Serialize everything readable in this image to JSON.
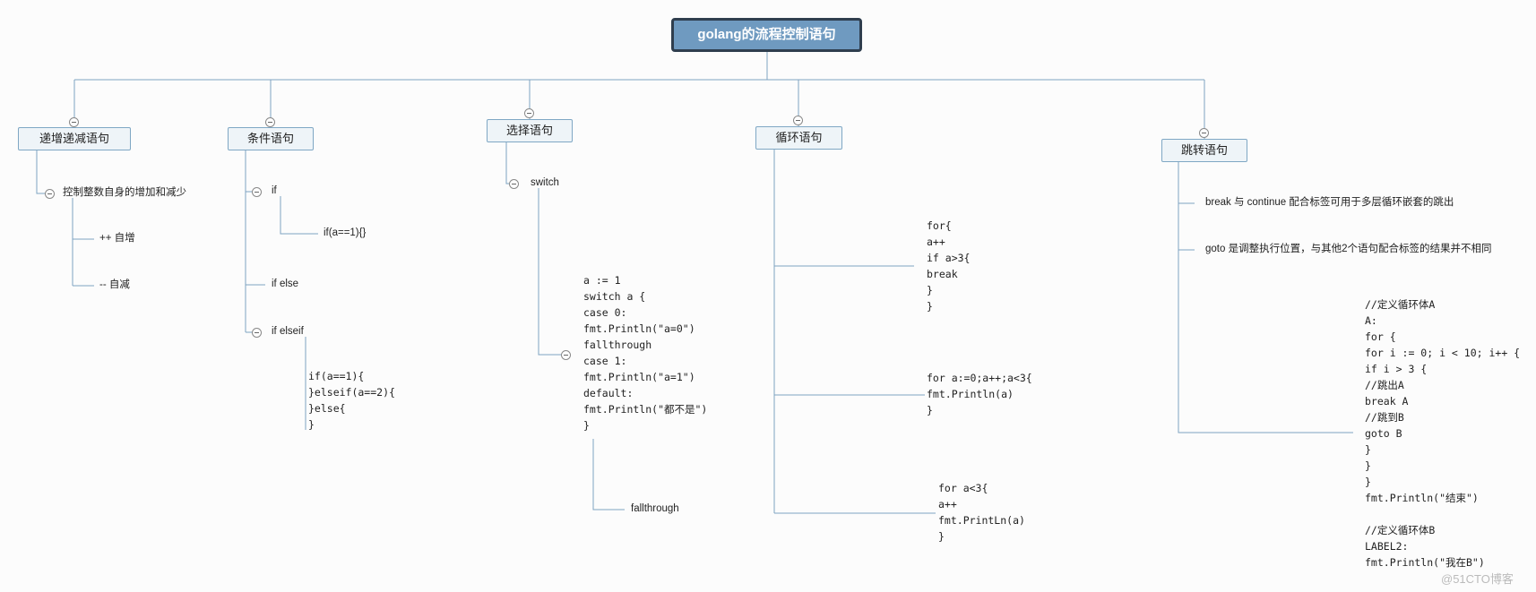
{
  "root": {
    "label": "golang的流程控制语句"
  },
  "branches": {
    "incdec": {
      "label": "递增递减语句",
      "desc": "控制整数自身的增加和减少",
      "inc": "++ 自增",
      "dec": "-- 自减"
    },
    "cond": {
      "label": "条件语句",
      "if": "if",
      "if_code": "if(a==1){}",
      "ifelse": "if else",
      "ifelseif": "if elseif",
      "ifelseif_code": "if(a==1){\n}elseif(a==2){\n}else{\n}"
    },
    "select": {
      "label": "选择语句",
      "switch": "switch",
      "switch_code": "a := 1\nswitch a {\ncase 0:\nfmt.Println(\"a=0\")\nfallthrough\ncase 1:\nfmt.Println(\"a=1\")\ndefault:\nfmt.Println(\"都不是\")\n}",
      "fallthrough": "fallthrough"
    },
    "loop": {
      "label": "循环语句",
      "code1": "for{\na++\nif a>3{\nbreak\n}\n}",
      "code2": "for a:=0;a++;a<3{\nfmt.Println(a)\n}",
      "code3": "for a<3{\na++\nfmt.PrintLn(a)\n}"
    },
    "jump": {
      "label": "跳转语句",
      "note1": "break 与 continue 配合标签可用于多层循环嵌套的跳出",
      "note2": "goto 是调整执行位置，与其他2个语句配合标签的结果并不相同",
      "code": "//定义循环体A\nA:\nfor {\nfor i := 0; i < 10; i++ {\nif i > 3 {\n//跳出A\nbreak A\n//跳到B\ngoto B\n}\n}\n}\nfmt.Println(\"结束\")\n\n//定义循环体B\nLABEL2:\nfmt.Println(\"我在B\")"
    }
  },
  "watermark": "@51CTO博客",
  "colors": {
    "line": "#7ea3c2",
    "root_bg": "#6f9ac0",
    "topic_bg": "#eef4f8"
  }
}
